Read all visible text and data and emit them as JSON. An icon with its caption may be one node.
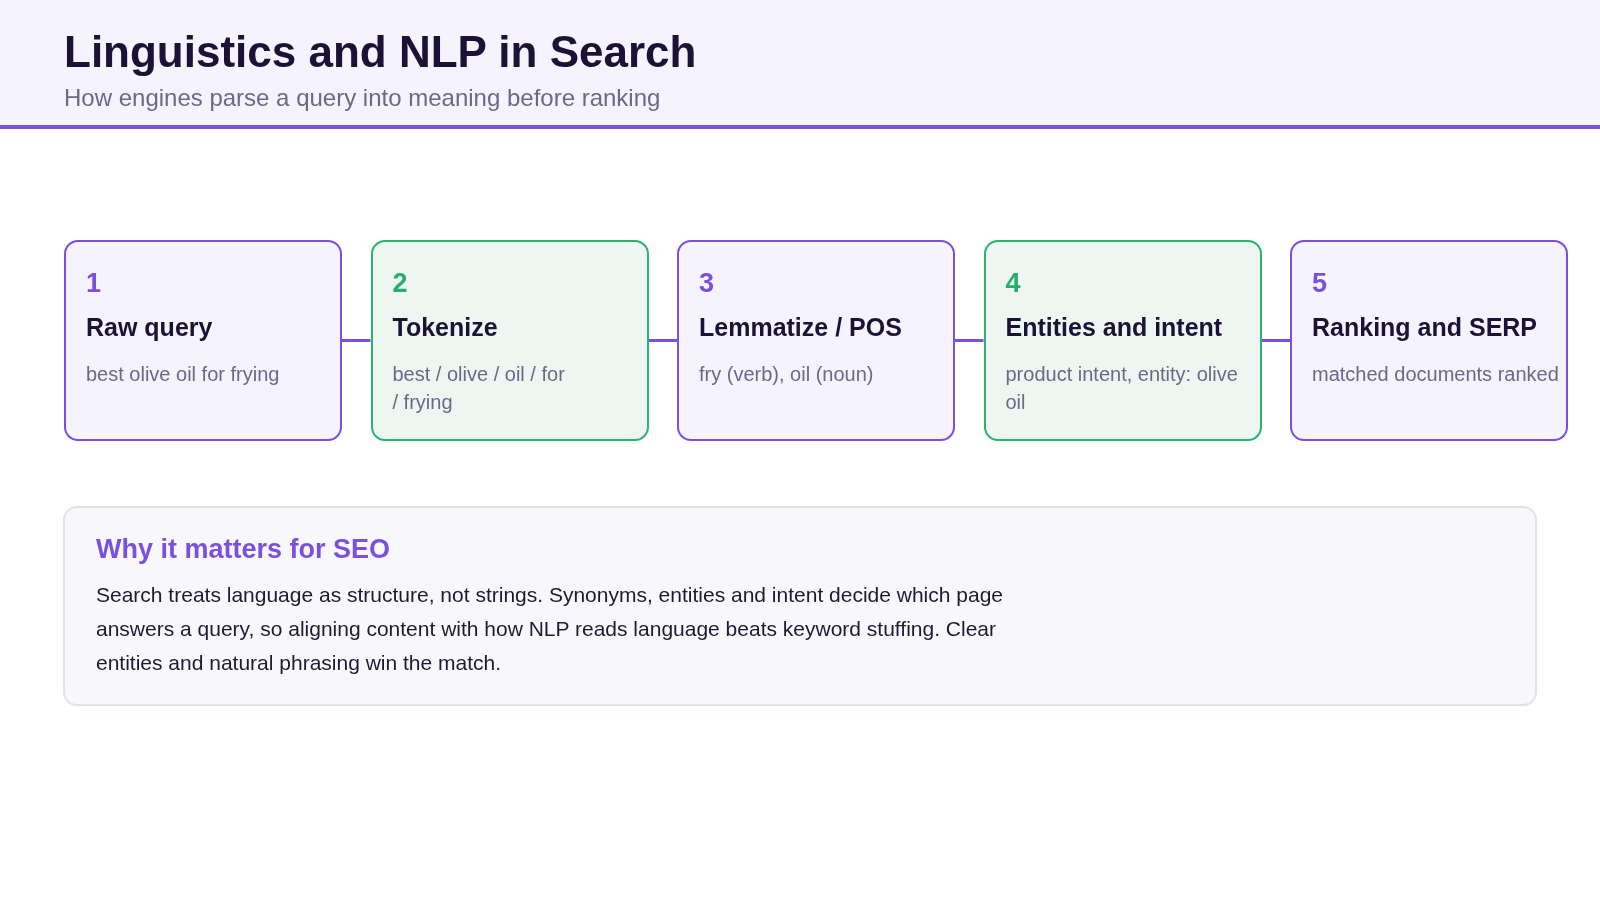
{
  "diagram": {
    "title": "Linguistics and NLP in Search",
    "nodes": [
      {
        "text": [
          "1",
          "Raw query",
          "best olive oil for frying"
        ]
      },
      {
        "text": [
          "2",
          "Tokenize",
          "best / olive / oil / for / frying"
        ]
      },
      {
        "text": [
          "3",
          "Lemmatize / POS",
          "fry (verb), oil (noun)"
        ]
      },
      {
        "text": [
          "4",
          "Entities and intent",
          "product intent, entity: olive oil"
        ]
      },
      {
        "text": [
          "5",
          "Ranking and SERP",
          "matched documents ranked"
        ]
      },
      {
        "text": [
          "Why it matters for SEO",
          "Search treats language as structure, not strings. Synonyms, entities and intent decide which page answers a query, so aligning content with how NLP reads language beats keyword stuffing. Clear entities and natural phrasing win the match."
        ]
      }
    ],
    "edges": [
      {
        "from": 0,
        "to": 1,
        "arrow": "none"
      },
      {
        "from": 1,
        "to": 2,
        "arrow": "none"
      },
      {
        "from": 2,
        "to": 3,
        "arrow": "none"
      },
      {
        "from": 3,
        "to": 4,
        "arrow": "none"
      }
    ],
    "labels": [
      "How engines parse a query into meaning before ranking"
    ]
  }
}
